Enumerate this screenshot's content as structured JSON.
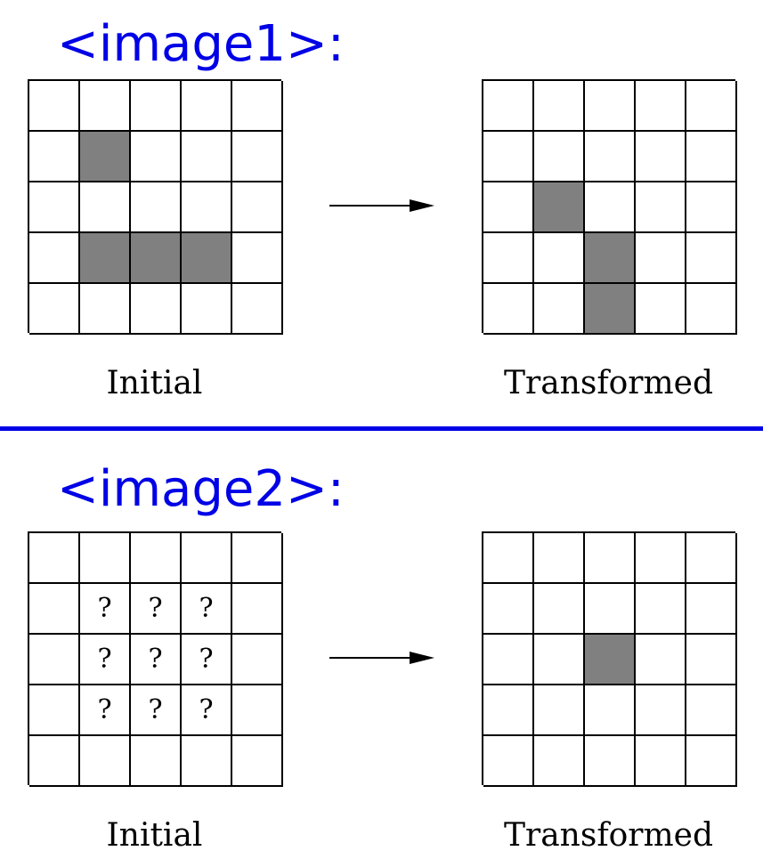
{
  "accent_color": "#0000e6",
  "filled_color": "#808080",
  "panels": [
    {
      "title": "<image1>:",
      "initial": {
        "caption": "Initial",
        "cells": [
          [
            "",
            "",
            "",
            "",
            ""
          ],
          [
            "",
            "F",
            "",
            "",
            ""
          ],
          [
            "",
            "",
            "",
            "",
            ""
          ],
          [
            "",
            "F",
            "F",
            "F",
            ""
          ],
          [
            "",
            "",
            "",
            "",
            ""
          ]
        ]
      },
      "transformed": {
        "caption": "Transformed",
        "cells": [
          [
            "",
            "",
            "",
            "",
            ""
          ],
          [
            "",
            "",
            "",
            "",
            ""
          ],
          [
            "",
            "F",
            "",
            "",
            ""
          ],
          [
            "",
            "",
            "F",
            "",
            ""
          ],
          [
            "",
            "",
            "F",
            "",
            ""
          ]
        ]
      }
    },
    {
      "title": "<image2>:",
      "initial": {
        "caption": "Initial",
        "cells": [
          [
            "",
            "",
            "",
            "",
            ""
          ],
          [
            "",
            "?",
            "?",
            "?",
            ""
          ],
          [
            "",
            "?",
            "?",
            "?",
            ""
          ],
          [
            "",
            "?",
            "?",
            "?",
            ""
          ],
          [
            "",
            "",
            "",
            "",
            ""
          ]
        ]
      },
      "transformed": {
        "caption": "Transformed",
        "cells": [
          [
            "",
            "",
            "",
            "",
            ""
          ],
          [
            "",
            "",
            "",
            "",
            ""
          ],
          [
            "",
            "",
            "F",
            "",
            ""
          ],
          [
            "",
            "",
            "",
            "",
            ""
          ],
          [
            "",
            "",
            "",
            "",
            ""
          ]
        ]
      }
    }
  ]
}
